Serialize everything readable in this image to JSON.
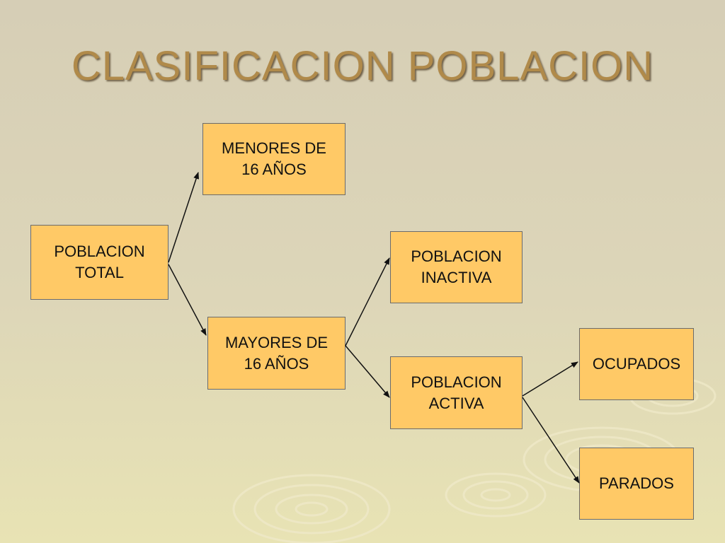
{
  "slide": {
    "title": "CLASIFICACION POBLACION"
  },
  "nodes": {
    "total": "POBLACION\nTOTAL",
    "menores": "MENORES DE\n16 AÑOS",
    "mayores": "MAYORES DE\n16 AÑOS",
    "inactiva": "POBLACION\nINACTIVA",
    "activa": "POBLACION\nACTIVA",
    "ocupados": "OCUPADOS",
    "parados": "PARADOS"
  },
  "edges": [
    {
      "from": "total",
      "to": "menores"
    },
    {
      "from": "total",
      "to": "mayores"
    },
    {
      "from": "mayores",
      "to": "inactiva"
    },
    {
      "from": "mayores",
      "to": "activa"
    },
    {
      "from": "activa",
      "to": "ocupados"
    },
    {
      "from": "activa",
      "to": "parados"
    }
  ],
  "colors": {
    "box_fill": "#ffc966",
    "title": "#b08a4a",
    "arrow": "#111111"
  }
}
